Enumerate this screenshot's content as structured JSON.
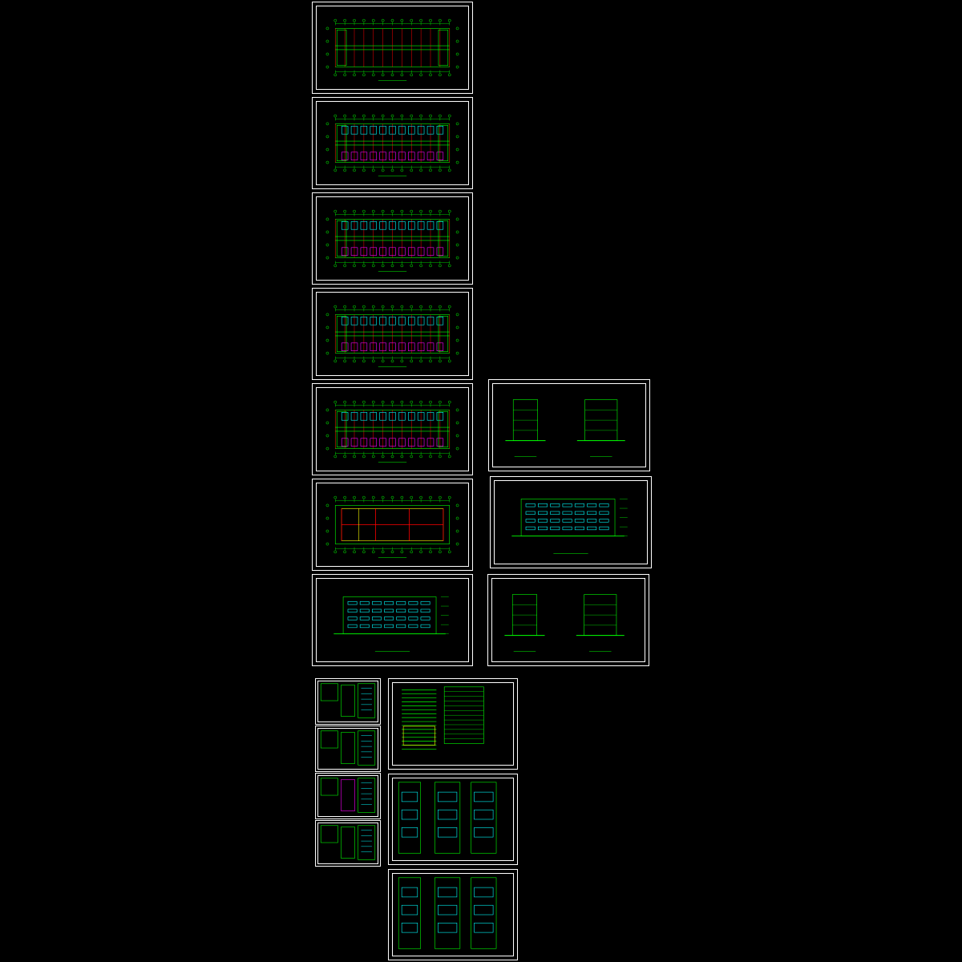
{
  "canvas": {
    "background": "#000000"
  },
  "colors": {
    "frame": "#ffffff",
    "line": "#00ff00",
    "axis": "#ff0000",
    "dim": "#00ffff",
    "hatch": "#ff00ff",
    "note": "#ffff00"
  },
  "sheets": [
    {
      "id": "floor-plan-1",
      "kind": "plan-outline"
    },
    {
      "id": "floor-plan-2",
      "kind": "plan-rooms"
    },
    {
      "id": "floor-plan-3",
      "kind": "plan-rooms"
    },
    {
      "id": "floor-plan-4",
      "kind": "plan-rooms"
    },
    {
      "id": "floor-plan-5",
      "kind": "plan-rooms"
    },
    {
      "id": "roof-plan",
      "kind": "plan-roof"
    },
    {
      "id": "front-elevation",
      "kind": "elevation-wide"
    },
    {
      "id": "side-elevations-a",
      "kind": "elevation-pair"
    },
    {
      "id": "rear-elevation",
      "kind": "elevation-wide"
    },
    {
      "id": "side-elevations-b",
      "kind": "elevation-pair"
    },
    {
      "id": "detail-sheet-1",
      "kind": "details"
    },
    {
      "id": "detail-sheet-2",
      "kind": "details"
    },
    {
      "id": "detail-sheet-3",
      "kind": "details"
    },
    {
      "id": "detail-sheet-4",
      "kind": "details"
    },
    {
      "id": "design-notes",
      "kind": "notes"
    },
    {
      "id": "stair-sections-1",
      "kind": "stairs"
    },
    {
      "id": "stair-sections-2",
      "kind": "stairs"
    }
  ]
}
